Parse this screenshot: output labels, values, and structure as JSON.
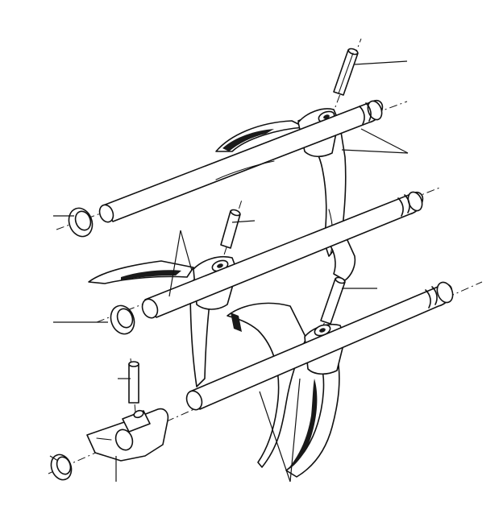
{
  "diagram": {
    "view": "exploded-parts",
    "background": "#ffffff",
    "ink_color": "#111111",
    "parts": [
      {
        "name": "upper-shift-rod",
        "kind": "rod"
      },
      {
        "name": "middle-shift-rod",
        "kind": "rod"
      },
      {
        "name": "lower-shift-rod",
        "kind": "rod"
      },
      {
        "name": "upper-shift-fork",
        "kind": "fork"
      },
      {
        "name": "middle-shift-fork",
        "kind": "fork"
      },
      {
        "name": "lower-shift-fork",
        "kind": "fork"
      },
      {
        "name": "roll-pin",
        "kind": "pin",
        "count": 4
      },
      {
        "name": "sealing-ring",
        "kind": "ring",
        "count": 3
      },
      {
        "name": "shift-dog",
        "kind": "dog"
      }
    ],
    "callouts": 8
  }
}
